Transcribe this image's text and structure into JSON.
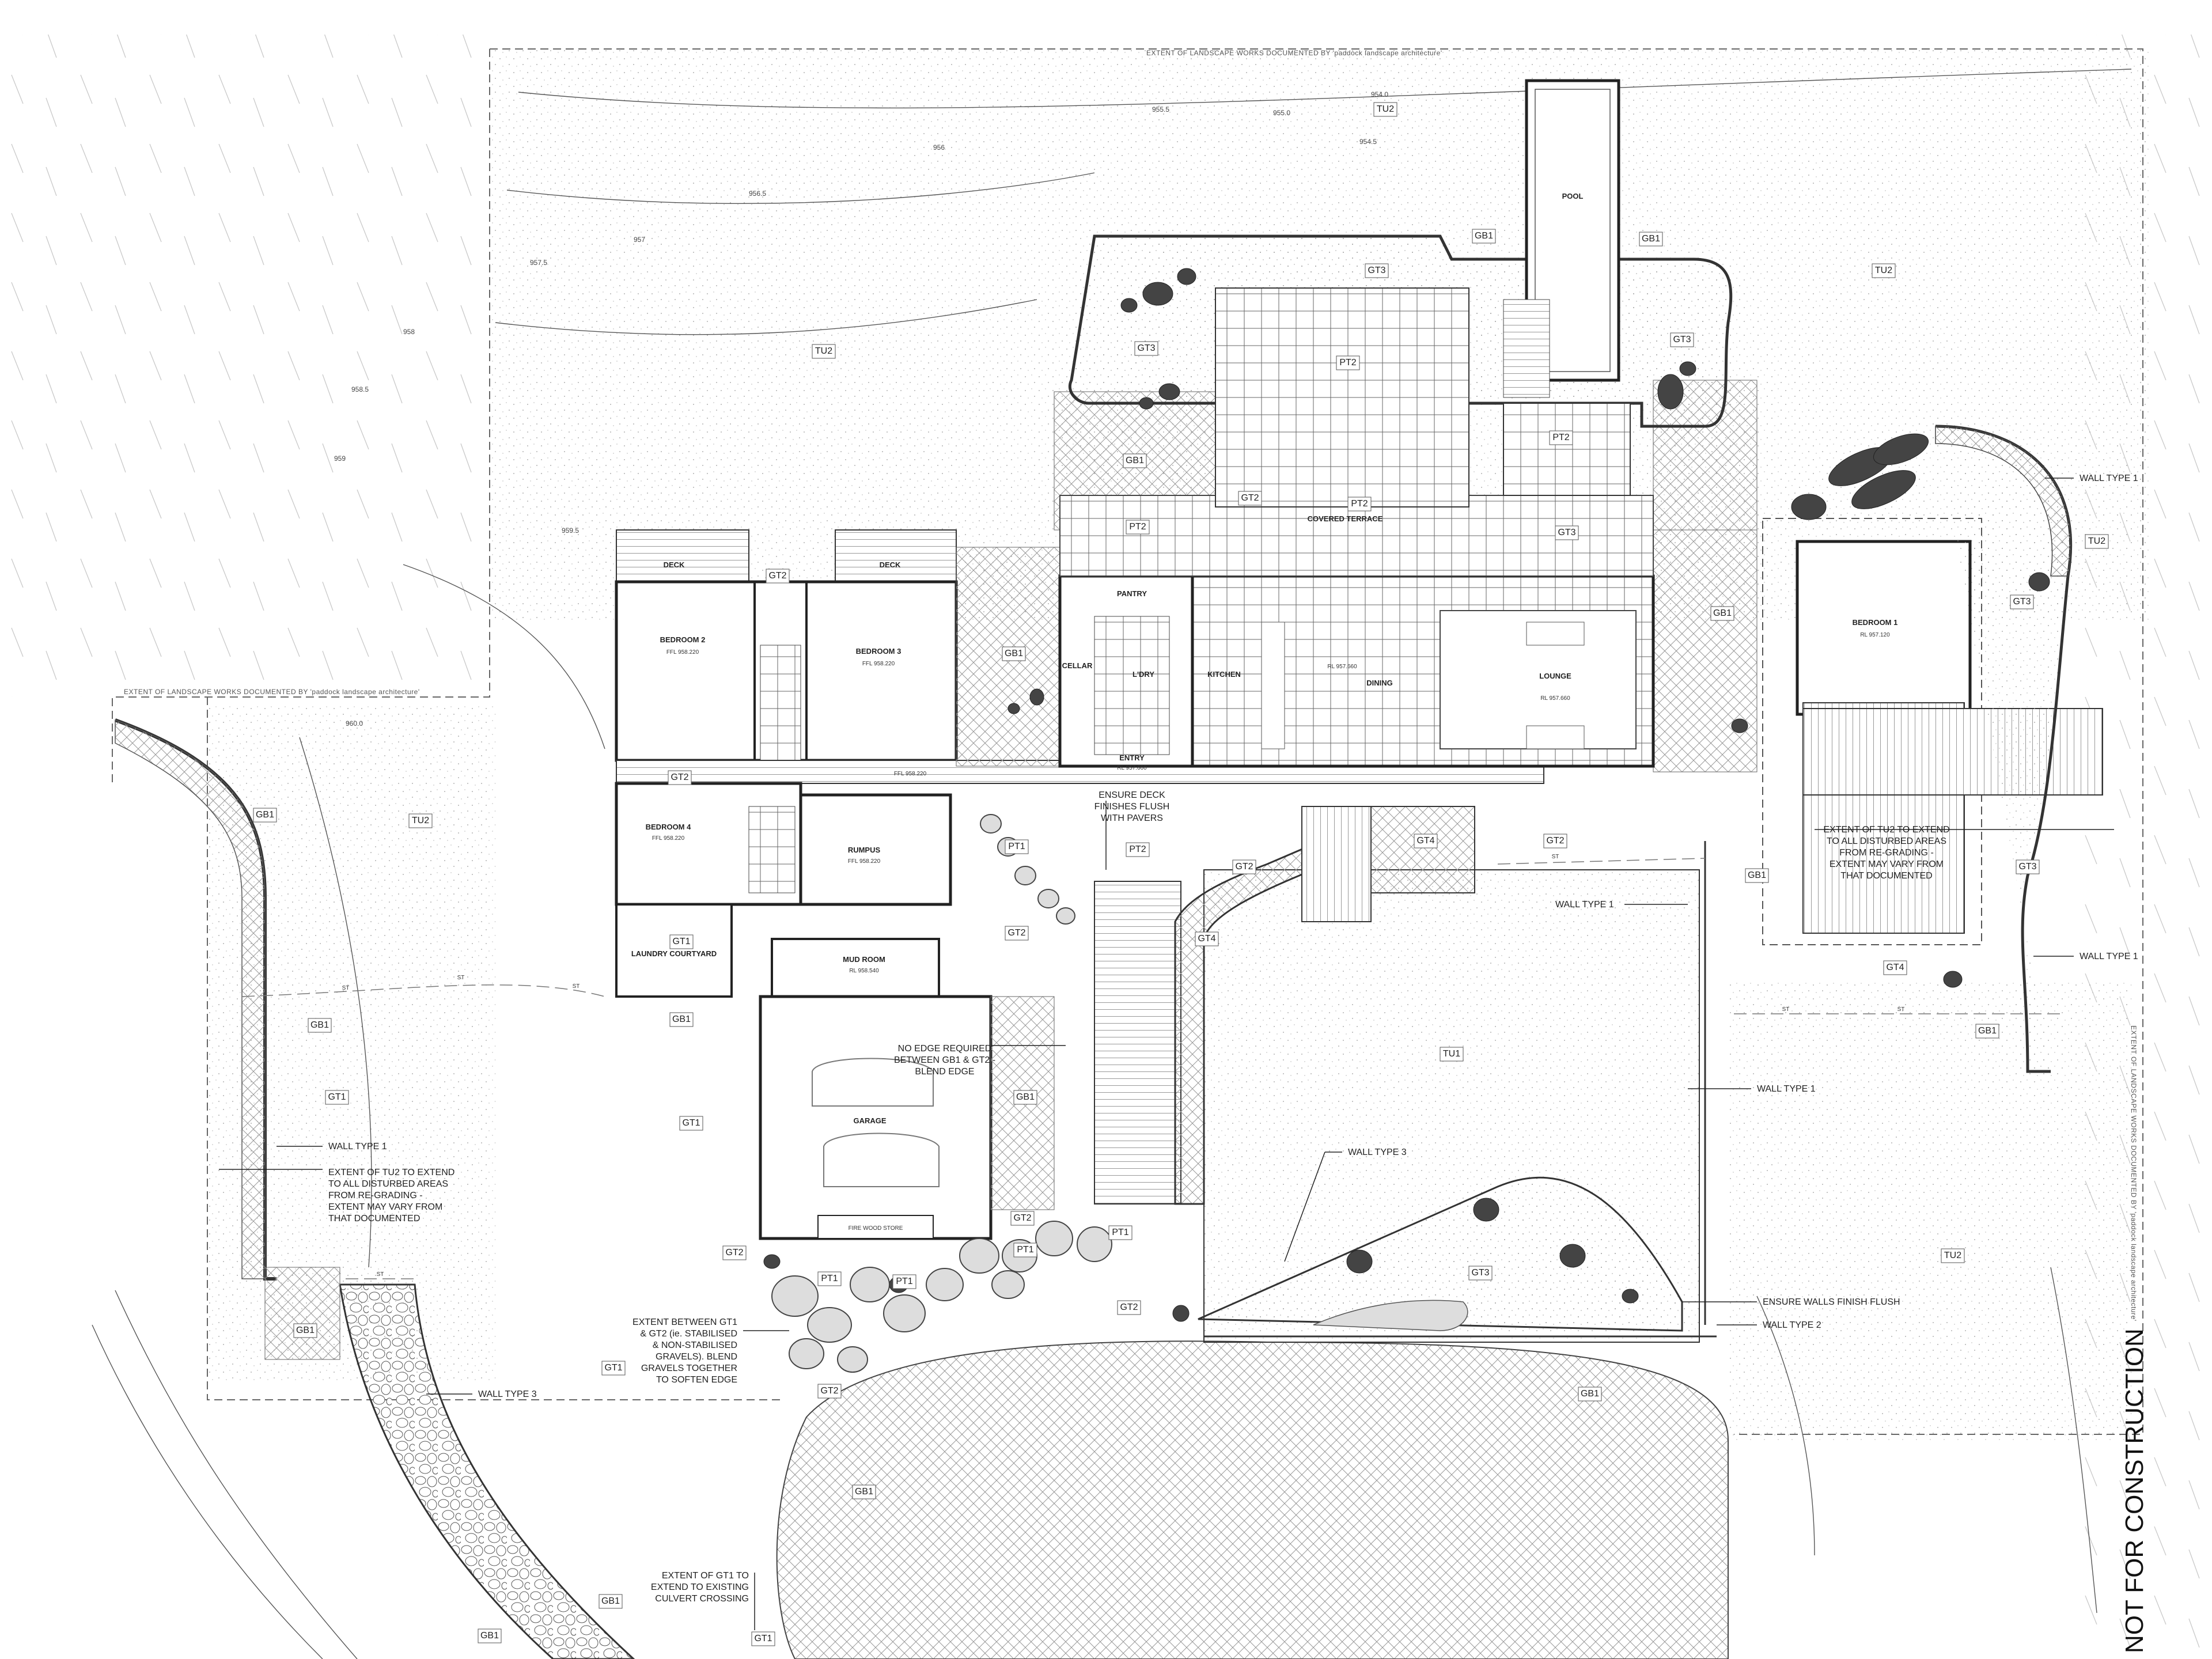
{
  "stamp": "NOT FOR CONSTRUCTION",
  "extent_note": "EXTENT OF LANDSCAPE WORKS DOCUMENTED BY 'paddock landscape architecture'",
  "rooms": {
    "pool": "POOL",
    "covered_terrace": "COVERED TERRACE",
    "deck_left": "DECK",
    "deck_right": "DECK",
    "bedroom2": "BEDROOM 2",
    "bedroom2_ffl": "FFL 958.220",
    "bedroom3": "BEDROOM 3",
    "bedroom3_ffl": "FFL 958.220",
    "bedroom4": "BEDROOM 4",
    "bedroom4_ffl": "FFL 958.220",
    "rumpus": "RUMPUS",
    "rumpus_ffl": "FFL 958.220",
    "hall_ffl": "FFL 958.220",
    "laundry": "LAUNDRY COURTYARD",
    "mudroom": "MUD ROOM",
    "mudroom_rl": "RL 958.540",
    "garage": "GARAGE",
    "firewood": "FIRE WOOD STORE",
    "pantry": "PANTRY",
    "cellar": "CELLAR",
    "ldry": "L'DRY",
    "kitchen": "KITCHEN",
    "dining": "DINING",
    "dining_rl": "RL 957.660",
    "lounge": "LOUNGE",
    "lounge_rl": "RL 957.660",
    "entry": "ENTRY",
    "entry_rl": "RL 957.660",
    "bedroom1": "BEDROOM 1",
    "bedroom1_rl": "RL 957.120"
  },
  "tags": {
    "tu2": "TU2",
    "tu1": "TU1",
    "gb1": "GB1",
    "gt1": "GT1",
    "gt2": "GT2",
    "gt3": "GT3",
    "gt4": "GT4",
    "pt1": "PT1",
    "pt2": "PT2"
  },
  "notes": {
    "wall_type_1": "WALL TYPE 1",
    "wall_type_2": "WALL TYPE 2",
    "wall_type_3": "WALL TYPE 3",
    "ensure_deck": [
      "ENSURE DECK",
      "FINISHES FLUSH",
      "WITH PAVERS"
    ],
    "no_edge": [
      "NO EDGE REQUIRED",
      "BETWEEN GB1 & GT2 -",
      "BLEND EDGE"
    ],
    "tu2_left": [
      "EXTENT OF TU2 TO EXTEND",
      "TO ALL DISTURBED AREAS",
      "FROM RE-GRADING -",
      "EXTENT MAY VARY FROM",
      "THAT DOCUMENTED"
    ],
    "tu2_right": [
      "EXTENT OF TU2 TO EXTEND",
      "TO ALL DISTURBED AREAS",
      "FROM RE-GRADING -",
      "EXTENT MAY VARY FROM",
      "THAT DOCUMENTED"
    ],
    "ensure_walls": "ENSURE WALLS FINISH FLUSH",
    "gt1_gt2": [
      "EXTENT BETWEEN GT1",
      "& GT2 (ie. STABILISED",
      "& NON-STABILISED",
      "GRAVELS). BLEND",
      "GRAVELS TOGETHER",
      "TO SOFTEN EDGE"
    ],
    "gt1_culvert": [
      "EXTENT OF GT1 TO",
      "EXTEND TO EXISTING",
      "CULVERT CROSSING"
    ]
  },
  "contours": [
    "954.0",
    "954.5",
    "955.0",
    "955.5",
    "956",
    "956.5",
    "957",
    "957.5",
    "958",
    "958.5",
    "959",
    "959.5",
    "960.0"
  ],
  "st_label": "ST"
}
